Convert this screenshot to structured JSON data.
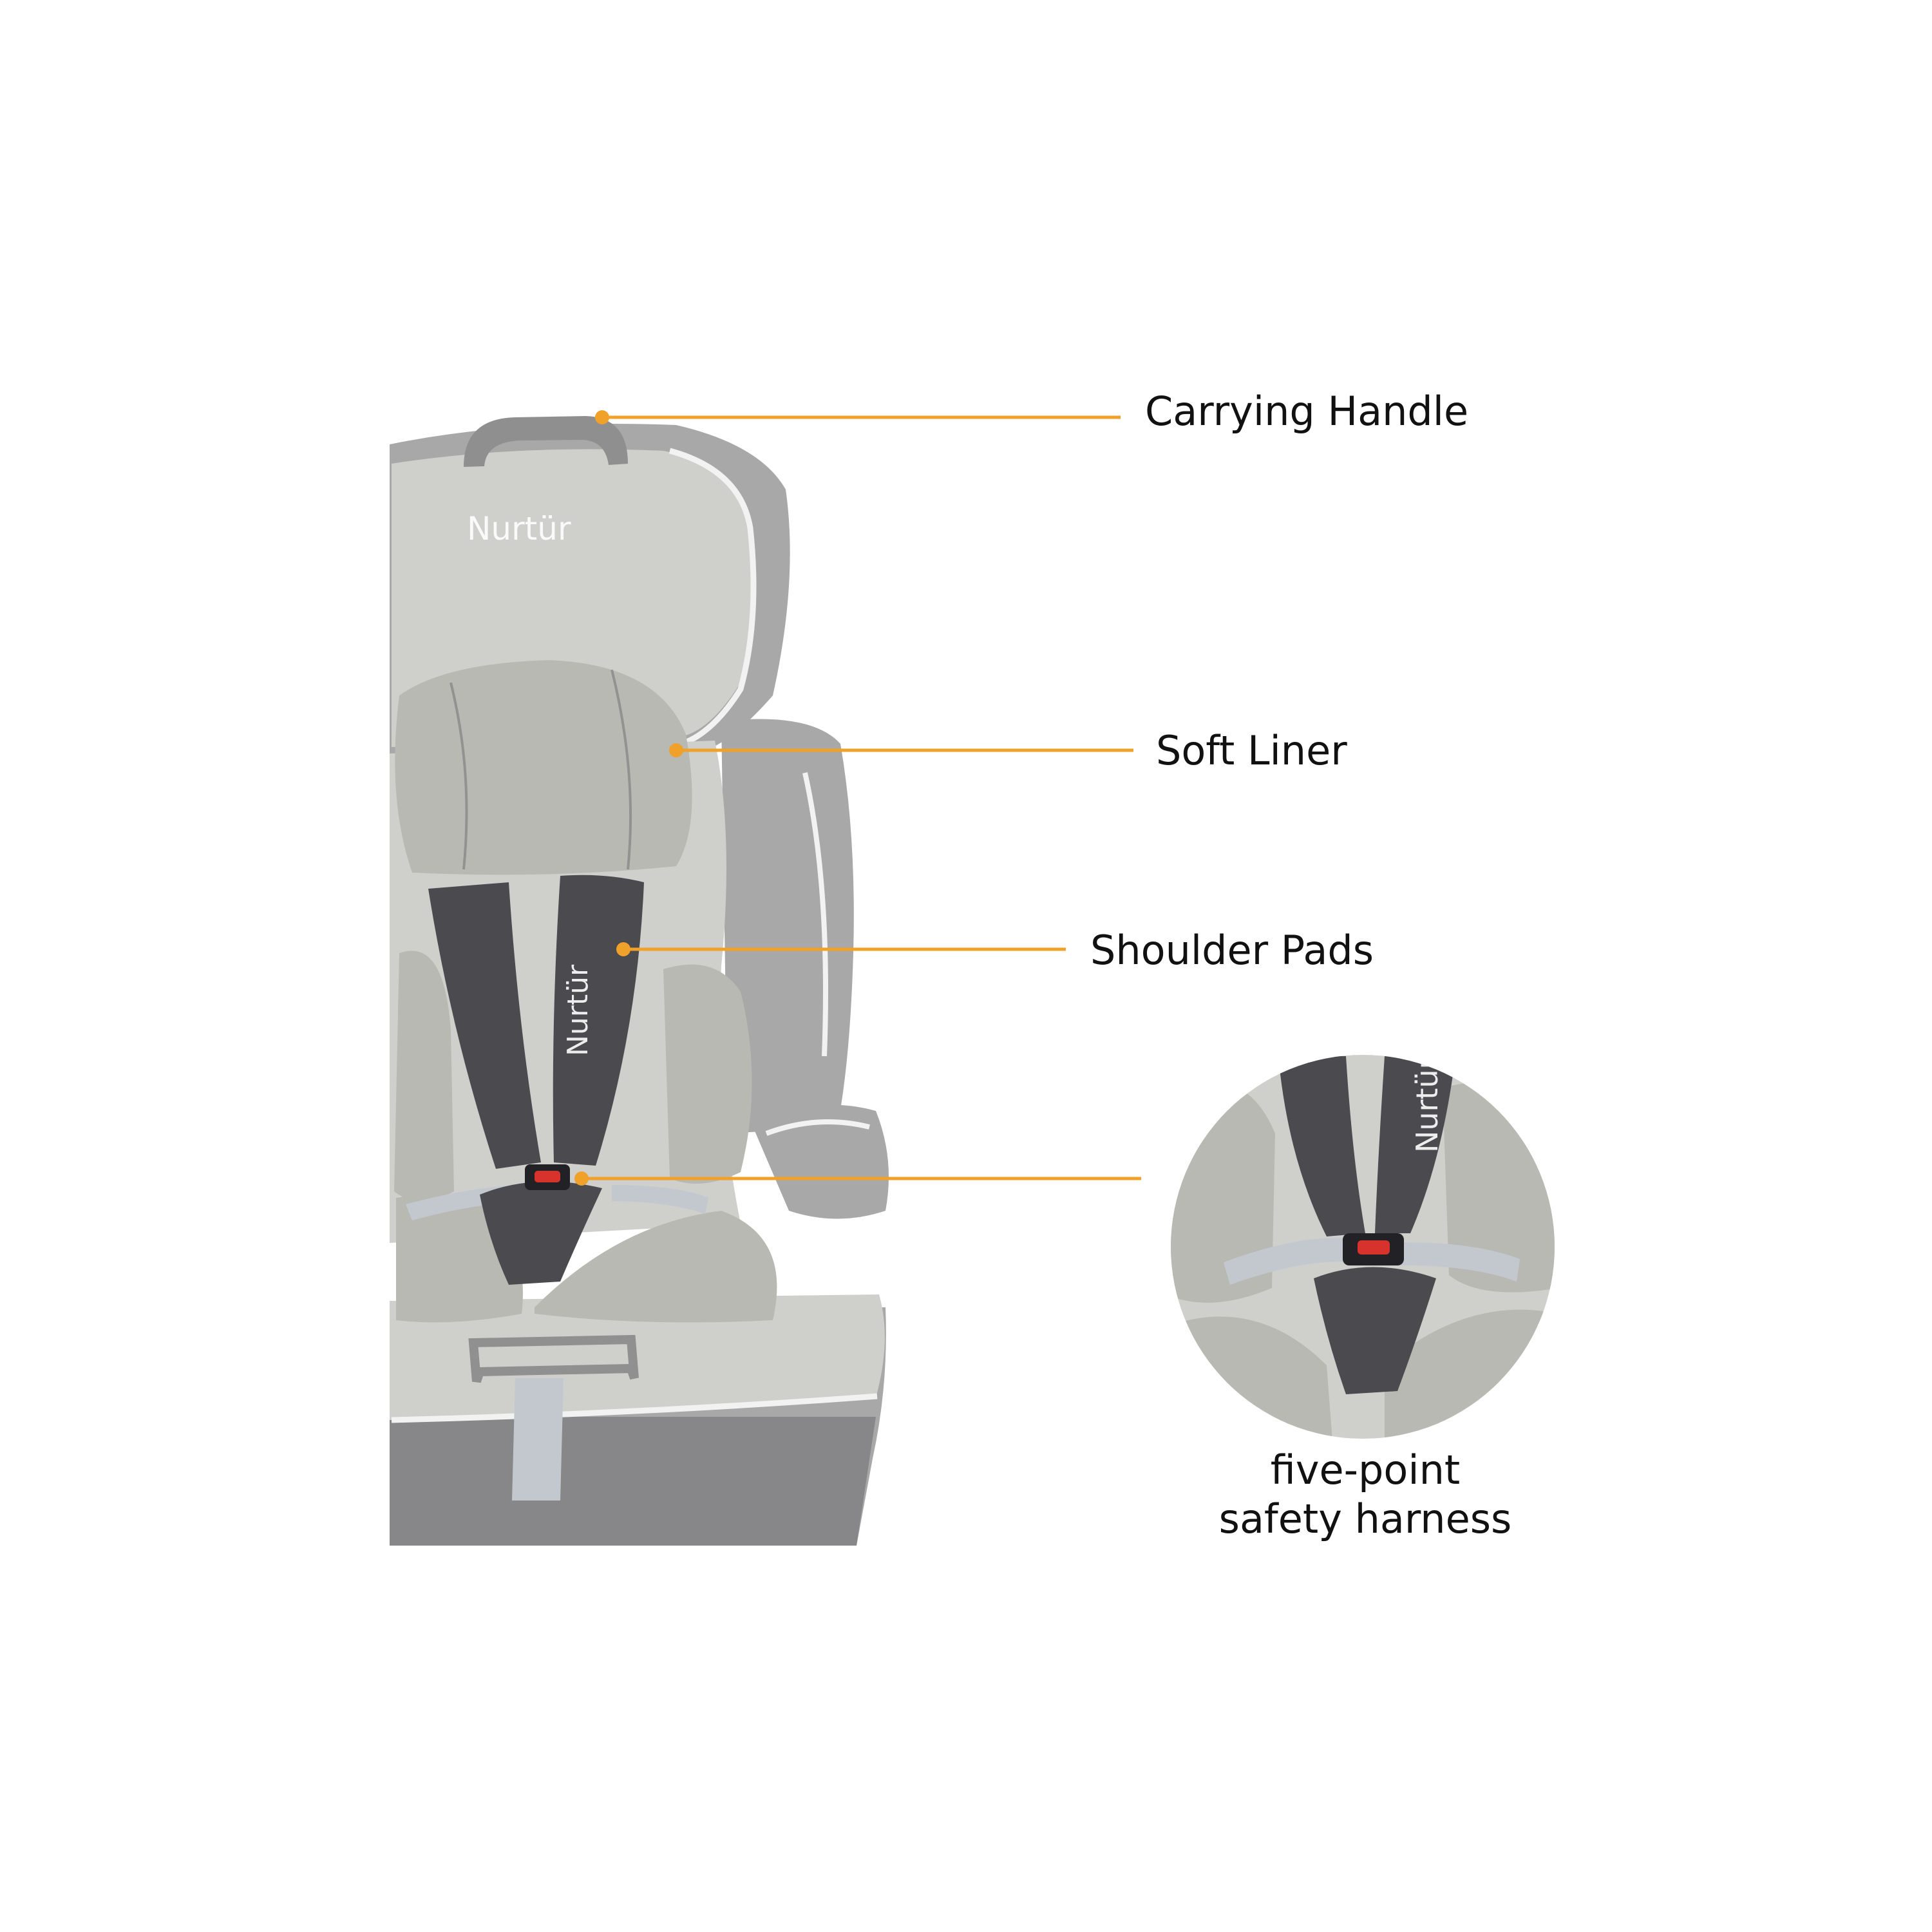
{
  "colors": {
    "background": "#ffffff",
    "callout_line": "#f0a12a",
    "label_text": "#111111",
    "seat_outer": "#a8a8a8",
    "seat_inner": "#cfcfcc",
    "seat_liner": "#b9b9b4",
    "harness_dark": "#4b4b4f",
    "piping": "#f2f2f2",
    "belt": "#c3c8cf",
    "buckle_red": "#d8322c"
  },
  "brand": {
    "logo_text": "Nurtür"
  },
  "callouts": {
    "carrying_handle": "Carrying Handle",
    "soft_liner": "Soft Liner",
    "shoulder_pads": "Shoulder Pads",
    "harness_line1": "five-point",
    "harness_line2": "safety harness"
  }
}
